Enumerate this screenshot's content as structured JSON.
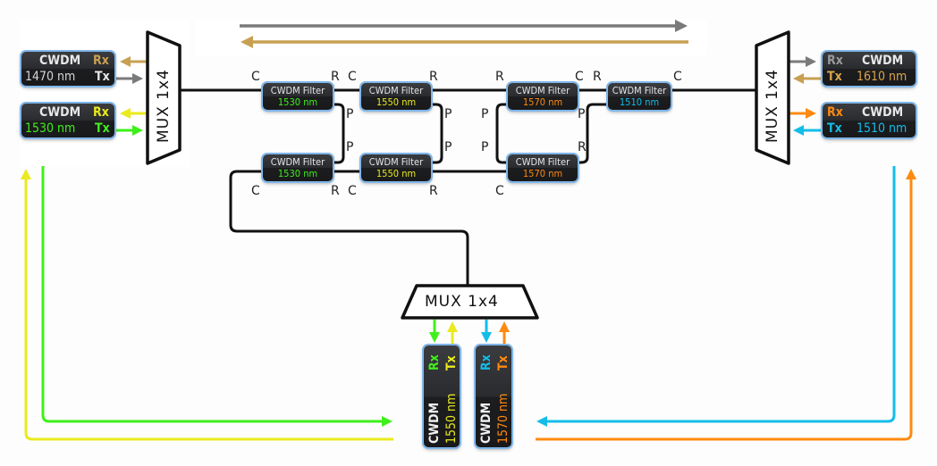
{
  "colors": {
    "gray": "#7a7a7a",
    "tan": "#c8a052",
    "yellow": "#eaea1e",
    "green": "#3ef01a",
    "cyan": "#14bde8",
    "orange": "#ff8a10",
    "white": "#ffffff",
    "black": "#111111"
  },
  "muxes": {
    "left": "MUX 1x4",
    "right": "MUX 1x4",
    "bottom": "MUX 1x4"
  },
  "left_transceivers": [
    {
      "name": "CWDM",
      "wavelength": "1470 nm",
      "rx": "Rx",
      "tx": "Tx",
      "wavelength_color": "#d6d6d6",
      "rx_color": "#c8a052",
      "tx_color": "#e6e6e6"
    },
    {
      "name": "CWDM",
      "wavelength": "1530 nm",
      "rx": "Rx",
      "tx": "Tx",
      "wavelength_color": "#3ef01a",
      "rx_color": "#eaea1e",
      "tx_color": "#3ef01a"
    }
  ],
  "right_transceivers": [
    {
      "name": "CWDM",
      "wavelength": "1610 nm",
      "rx": "Rx",
      "tx": "Tx",
      "wavelength_color": "#d9a54a",
      "rx_color": "#9a9a9a",
      "tx_color": "#d9a54a"
    },
    {
      "name": "CWDM",
      "wavelength": "1510 nm",
      "rx": "Rx",
      "tx": "Tx",
      "wavelength_color": "#14bde8",
      "rx_color": "#ff8a10",
      "tx_color": "#14bde8"
    }
  ],
  "bottom_transceivers": [
    {
      "name": "CWDM",
      "wavelength": "1550 nm",
      "rx": "Rx",
      "tx": "Tx",
      "wavelength_color": "#eaea1e",
      "rx_color": "#3ef01a",
      "tx_color": "#eaea1e"
    },
    {
      "name": "CWDM",
      "wavelength": "1570 nm",
      "rx": "Rx",
      "tx": "Tx",
      "wavelength_color": "#ff8a10",
      "rx_color": "#14bde8",
      "tx_color": "#ff8a10"
    }
  ],
  "filters": [
    {
      "title": "CWDM Filter",
      "wavelength": "1530 nm",
      "color": "#3ef01a"
    },
    {
      "title": "CWDM Filter",
      "wavelength": "1550 nm",
      "color": "#eaea1e"
    },
    {
      "title": "CWDM Filter",
      "wavelength": "1570 nm",
      "color": "#ff8a10"
    },
    {
      "title": "CWDM Filter",
      "wavelength": "1510 nm",
      "color": "#14bde8"
    },
    {
      "title": "CWDM Filter",
      "wavelength": "1530 nm",
      "color": "#3ef01a"
    },
    {
      "title": "CWDM Filter",
      "wavelength": "1550 nm",
      "color": "#eaea1e"
    },
    {
      "title": "CWDM Filter",
      "wavelength": "1570 nm",
      "color": "#ff8a10"
    }
  ],
  "port_labels": {
    "f1_top_c": "C",
    "f1_top_r": "R",
    "f2_top_c": "C",
    "f2_top_r": "R",
    "f3_top_r": "R",
    "f3_top_c": "C",
    "f4_top_r": "R",
    "f4_top_c": "C",
    "f1_p": "P",
    "f5_p": "P",
    "f2_p": "P",
    "f6_p": "P",
    "f3_p": "P",
    "f7_p": "P",
    "f4_p": "P",
    "f7_r": "R",
    "f5_bot_c": "C",
    "f5_bot_r": "R",
    "f6_bot_c": "C",
    "f6_bot_r": "R",
    "f7_bot_c": "C"
  }
}
